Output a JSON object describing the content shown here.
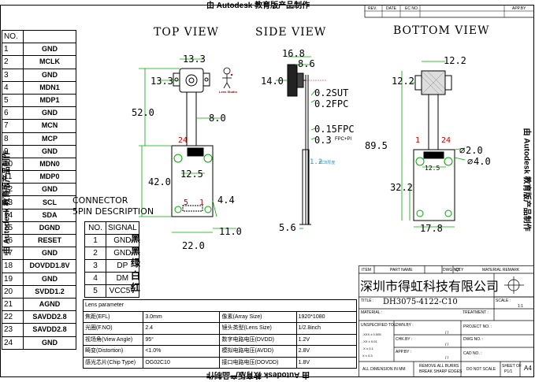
{
  "watermark": {
    "top": "由 Autodesk 教育版产品制作",
    "bottom": "由 Autodesk 教育版产品制作",
    "left": "由 Autodesk 教育版产品制作",
    "right": "由 Autodesk 教育版产品制作"
  },
  "title_strip": {
    "rev_label": "REV.",
    "date_label": "DATE",
    "ecn_label": "EC NO.",
    "appby_label": "APP.BY"
  },
  "pin_table": {
    "header": "NO.",
    "rows": [
      {
        "no": "1",
        "name": "GND"
      },
      {
        "no": "2",
        "name": "MCLK"
      },
      {
        "no": "3",
        "name": "GND"
      },
      {
        "no": "4",
        "name": "MDN1"
      },
      {
        "no": "5",
        "name": "MDP1"
      },
      {
        "no": "6",
        "name": "GND"
      },
      {
        "no": "7",
        "name": "MCN"
      },
      {
        "no": "8",
        "name": "MCP"
      },
      {
        "no": "9",
        "name": "GND"
      },
      {
        "no": "10",
        "name": "MDN0"
      },
      {
        "no": "11",
        "name": "MDP0"
      },
      {
        "no": "12",
        "name": "GND"
      },
      {
        "no": "13",
        "name": "SCL"
      },
      {
        "no": "14",
        "name": "SDA"
      },
      {
        "no": "15",
        "name": "DGND"
      },
      {
        "no": "16",
        "name": "RESET"
      },
      {
        "no": "17",
        "name": "GND"
      },
      {
        "no": "18",
        "name": "DOVDD1.8V"
      },
      {
        "no": "19",
        "name": "GND"
      },
      {
        "no": "20",
        "name": "SVDD1.2"
      },
      {
        "no": "21",
        "name": "AGND"
      },
      {
        "no": "22",
        "name": "SAVDD2.8"
      },
      {
        "no": "23",
        "name": "SAVDD2.8"
      },
      {
        "no": "24",
        "name": "GND"
      }
    ]
  },
  "connector": {
    "title1": "CONNECTOR",
    "title2": "5PIN DESCRIPTION",
    "header_no": "NO.",
    "header_signal": "SIGNAL",
    "rows": [
      {
        "no": "1",
        "signal": "GND",
        "color": "黑"
      },
      {
        "no": "2",
        "signal": "GND",
        "color": "黑"
      },
      {
        "no": "3",
        "signal": "DP",
        "color": "绿"
      },
      {
        "no": "4",
        "signal": "DM",
        "color": "白"
      },
      {
        "no": "5",
        "signal": "VCC5V",
        "color": "红"
      }
    ]
  },
  "views": {
    "top": "TOP VIEW",
    "side": "SIDE VIEW",
    "bottom": "BOTTOM VIEW"
  },
  "top_view": {
    "dims": {
      "w_lens": "13.3",
      "h_lens": "13.3",
      "len": "52.0",
      "flex_w": "8.0",
      "board_w": "12.5",
      "board_h": "42.0",
      "pin_pitch": "4.4",
      "bottom_h": "11.0",
      "total_w": "22.0"
    },
    "pin24": "24",
    "pin1": "1",
    "conn_pin5": "5",
    "conn_pin1": "1",
    "logo_text": "Lens Studio"
  },
  "side_view": {
    "dims": {
      "d1": "16.8",
      "d2": "8.6",
      "d3": "14.0",
      "sut": "0.2SUT",
      "fpc": "0.2FPC",
      "fpc2": "0.15FPC",
      "fpcpi": "0.3",
      "fpcpi_label": "FPC+PI",
      "pcb": "1.2",
      "pcb_label": "PCB厚度",
      "bottom": "5.6"
    }
  },
  "bottom_view": {
    "dims": {
      "w": "12.2",
      "h": "12.2",
      "total": "89.5",
      "hole": "2.0",
      "hole2": "4.0",
      "pitch": "12.5",
      "height2": "32.2",
      "base": "17.8"
    },
    "pin1": "1",
    "pin24": "24"
  },
  "lens_table": {
    "title": "Lens parameter",
    "rows": [
      {
        "k1": "焦距(EFL)",
        "v1": "3.0mm",
        "k2": "像素(Array Size)",
        "v2": "1920*1080"
      },
      {
        "k1": "光圈(F.NO)",
        "v1": "2.4",
        "k2": "镜头类型(Lens Size)",
        "v2": "1/2.8inch"
      },
      {
        "k1": "视场角(View Angle)",
        "v1": "95°",
        "k2": "数字电路电压(DVDD)",
        "v2": "1.2V"
      },
      {
        "k1": "畸变(Distortion)",
        "v1": "<1.0%",
        "k2": "模拟电路电压(AVDD)",
        "v2": "2.8V"
      },
      {
        "k1": "感光芯片(Chip Type)",
        "v1": "OG02C10",
        "k2": "接口电路电压(DOVDD)",
        "v2": "1.8V"
      }
    ]
  },
  "title_block": {
    "item": "ITEM",
    "part_name": "PART NAME",
    "dwg_no": "DWG NO.",
    "qty": "QTY",
    "material": "MATERIAL REMARK",
    "company": "深圳市得虹科技有限公司",
    "title_label": "TITLE :",
    "title": "DH3075-4122-C10",
    "scale_label": "SCALE :",
    "scale": "1:1",
    "material_label": "MATERIAL :",
    "treatment_label": "TREATMENT :",
    "unspecified": "UNSPECIFIED TOL.",
    "dwn": "DWN.BY :",
    "chk": "CHK.BY :",
    "app": "APP.BY :",
    "project": "PROJECT NO. :",
    "dwg": "DWG NO. :",
    "cad": "CAD NO. :",
    "tol_rows": [
      ".XXX ± 0.005",
      ".XX ± 0.01",
      ".X ± 0.1",
      "X ± 0.3"
    ],
    "date_slash": "/   /",
    "all_dim": "ALL DIMENSION IN MM",
    "remove": "REMOVE ALL BURRS",
    "break": "BREAK SHARP EDGES",
    "noscale": "DO NOT SCALE",
    "sheet": "SHEET OF",
    "sheet_val": "P1/1",
    "size": "A4"
  }
}
